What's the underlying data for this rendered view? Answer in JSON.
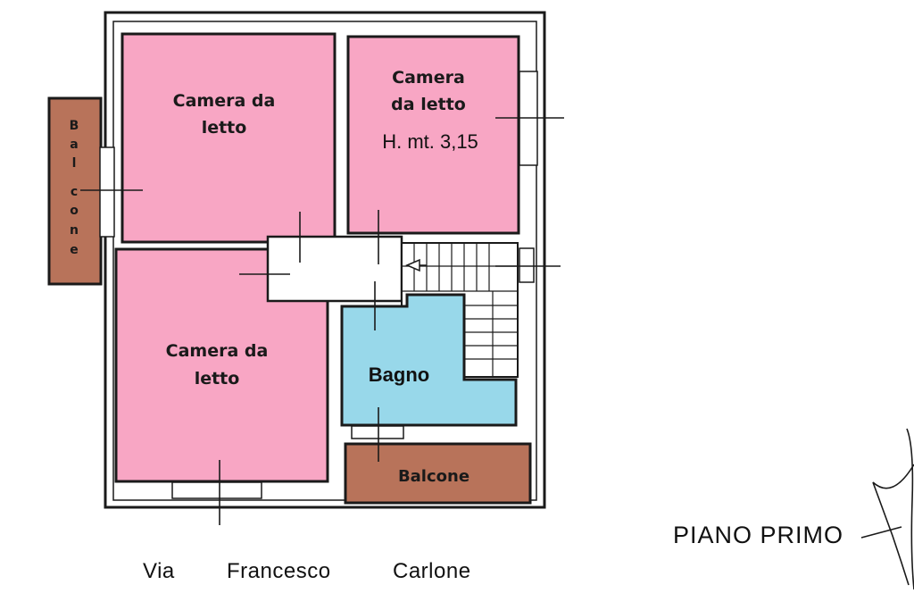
{
  "floor_title": "PIANO PRIMO",
  "street": {
    "w1": "Via",
    "w2": "Francesco",
    "w3": "Carlone"
  },
  "rooms": {
    "bedroom_1": {
      "line1": "Camera da",
      "line2": "letto"
    },
    "bedroom_2": {
      "line1": "Camera",
      "line2": "da letto",
      "height_note": "H. mt. 3,15"
    },
    "bedroom_3": {
      "line1": "Camera da",
      "line2": "letto"
    },
    "bathroom": {
      "label": "Bagno"
    },
    "balcony_side": {
      "letters": [
        "B",
        "a",
        "l",
        "c",
        "o",
        "n",
        "e"
      ]
    },
    "balcony_front": {
      "label": "Balcone"
    }
  },
  "colors": {
    "bedroom": "#f8a6c4",
    "bathroom": "#98d8ea",
    "balcony": "#b8735a",
    "wall": "#1a1a1a"
  }
}
